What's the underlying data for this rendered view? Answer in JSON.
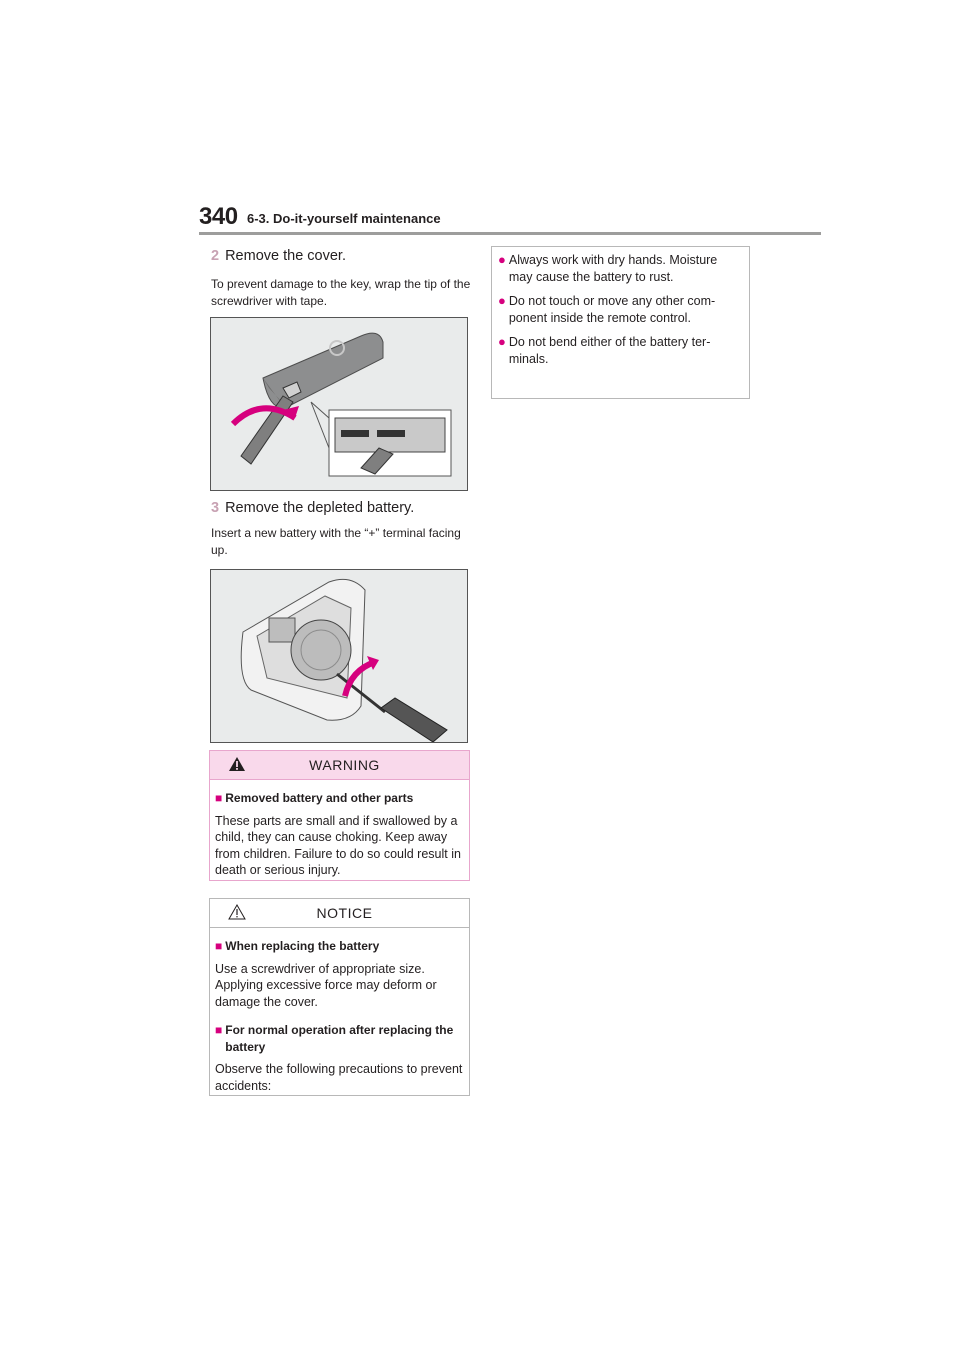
{
  "header": {
    "page_number": "340",
    "section": "6-3. Do-it-yourself maintenance"
  },
  "step2": {
    "num": "2",
    "title": "Remove the cover.",
    "note": "To prevent damage to the key, wrap the tip of the screwdriver with tape."
  },
  "step3": {
    "num": "3",
    "title": "Remove the depleted battery.",
    "note": "Insert a new battery with the “+” terminal facing up."
  },
  "warning": {
    "label": "WARNING",
    "subheading": "Removed battery and other parts",
    "text": "These parts are small and if swallowed by a child, they can cause choking. Keep away from children. Failure to do so could result in death or serious injury."
  },
  "notice": {
    "label": "NOTICE",
    "sub1": "When replacing the battery",
    "text1": "Use a screwdriver of appropriate size. Applying excessive force may deform or damage the cover.",
    "sub2": "For normal operation after replacing the battery",
    "text2": "Observe the following precautions to prevent accidents:"
  },
  "bullets": [
    "Always work with dry hands. Moisture may cause the battery to rust.",
    "Do not touch or move any other com-ponent inside the remote control.",
    "Do not bend either of the battery ter-minals."
  ],
  "colors": {
    "accent": "#d6007e",
    "warning_bg": "#f9d9eb"
  }
}
